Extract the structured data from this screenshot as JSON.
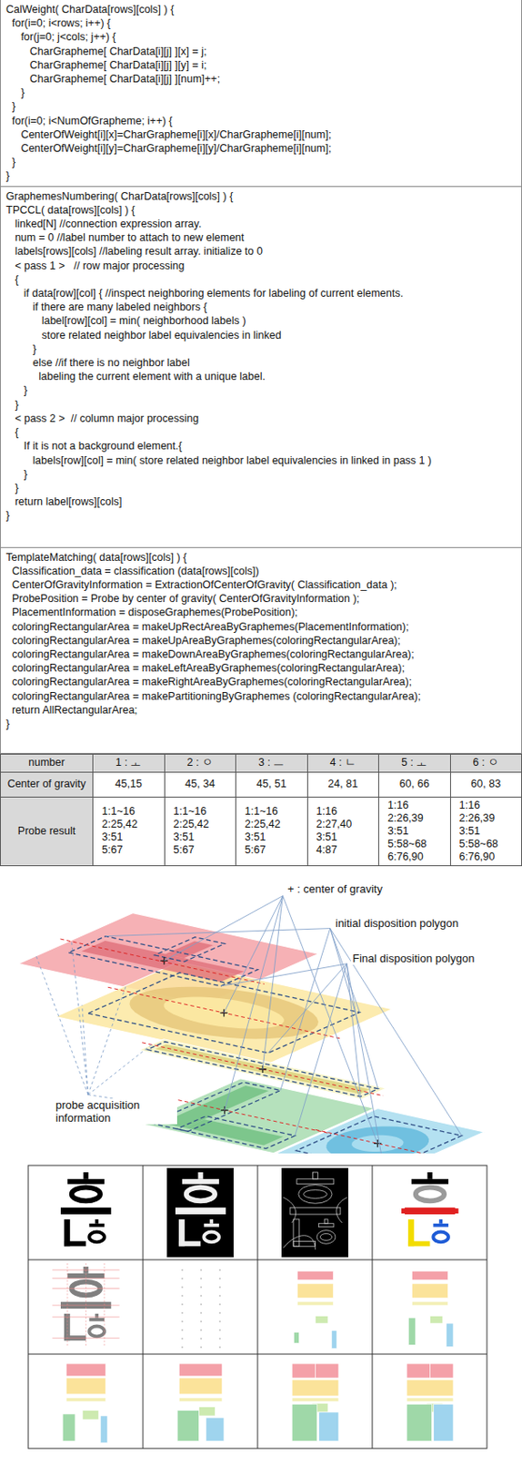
{
  "diagram": {
    "nodes": [
      {
        "text": [
          "CalWeight( CharData[rows][cols] ) {",
          "  for(i=0; i<rows; i++) {",
          "     for(j=0; j<cols; j++) {",
          "        CharGrapheme[ CharData[i][j] ][x] = j;",
          "        CharGrapheme[ CharData[i][j] ][y] = i;",
          "        CharGrapheme[ CharData[i][j] ][num]++;",
          "     }",
          "  }",
          "  for(i=0; i<NumOfGrapheme; i++) {",
          "     CenterOfWeight[i][x]=CharGrapheme[i][x]/CharGrapheme[i][num];",
          "     CenterOfWeight[i][y]=CharGrapheme[i][y]/CharGrapheme[i][num];",
          "  }",
          "}"
        ]
      },
      {
        "text": [
          "GraphemesNumbering( CharData[rows][cols] ) {",
          "TPCCL( data[rows][cols] ) {",
          "   linked[N] //connection expression array.",
          "   num = 0 //label number to attach to new element",
          "   labels[rows][cols] //labeling result array. initialize to 0",
          "   < pass 1 >   // row major processing",
          "   {",
          "      if data[row][col] { //inspect neighboring elements for labeling of current elements.",
          "         if there are many labeled neighbors {",
          "            label[row][col] = min( neighborhood labels )",
          "            store related neighbor label equivalencies in linked",
          "         }",
          "         else //if there is no neighbor label",
          "           labeling the current element with a unique label.",
          "      }",
          "   }",
          "   < pass 2 >  // column major processing",
          "   {",
          "      If it is not a background element.{",
          "         labels[row][col] = min( store related neighbor label equivalencies in linked in pass 1 )",
          "      }",
          "   }",
          "   return label[rows][cols]",
          "}"
        ]
      },
      {
        "text": [
          "TemplateMatching( data[rows][cols] ) {",
          "  Classification_data = classification (data[rows][cols])",
          "  CenterOfGravityInformation = ExtractionOfCenterOfGravity( Classification_data );",
          "  ProbePosition = Probe by center of gravity( CenterOfGravityInformation );",
          "  PlacementInformation = disposeGraphemes(ProbePosition);",
          "  coloringRectangularArea = makeUpRectAreaByGraphemes(PlacementInformation);",
          "  coloringRectangularArea = makeUpAreaByGraphemes(coloringRectangularArea);",
          "  coloringRectangularArea = makeDownAreaByGraphemes(coloringRectangularArea);",
          "  coloringRectangularArea = makeLeftAreaByGraphemes(coloringRectangularArea);",
          "  coloringRectangularArea = makeRightAreaByGraphemes(coloringRectangularArea);",
          "  coloringRectangularArea = makePartitioningByGraphemes (coloringRectangularArea);",
          "  return AllRectangularArea;",
          "}"
        ]
      }
    ],
    "labels": [
      "number",
      "1 : ㅗ",
      "2 : ㅇ",
      "3 : ㅡ",
      "4 : ㄴ",
      "5 : ㅗ",
      "6 : ㅇ",
      "Center of gravity",
      "45,15",
      "45, 34",
      "45, 51",
      "24, 81",
      "60, 66",
      "60, 83",
      "Probe result",
      "1:1~16 2:25,42 3:51 5:67",
      "1:1~16 2:25,42 3:51 5:67",
      "1:1~16 2:25,42 3:51 5:67",
      "1:16 2:27,40 3:51 4:87",
      "1:16 2:26,39 3:51 5:58~68 6:76,90",
      "1:16 2:26,39 3:51 5:58~68 6:76,90",
      "+ : center of gravity",
      "initial disposition polygon",
      "Final disposition polygon",
      "probe acquisition information"
    ]
  }
}
